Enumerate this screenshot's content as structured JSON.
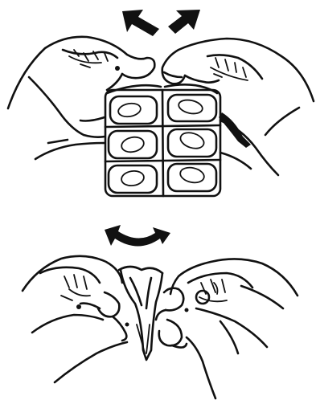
{
  "figure": {
    "panels": [
      {
        "id": "top",
        "action": "pull-apart",
        "blister_rows": 3,
        "blister_cols": 2
      },
      {
        "id": "bottom",
        "action": "bend-back-and-forth"
      }
    ]
  },
  "colors": {
    "ink": "#111111",
    "background": "#ffffff"
  },
  "icons": [
    "arrow-up-left-icon",
    "arrow-up-right-icon",
    "double-curved-arrow-icon"
  ]
}
